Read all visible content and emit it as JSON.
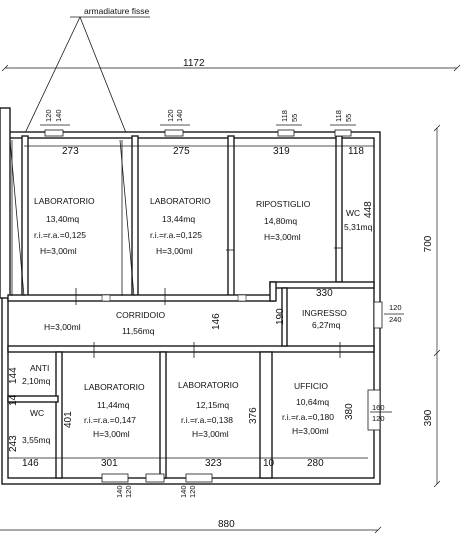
{
  "annotation": "armadiature fisse",
  "dims": {
    "top_total": "1172",
    "bottom_total": "880",
    "right_upper": "700",
    "right_lower": "390",
    "top_rooms": [
      "273",
      "275",
      "319",
      "118"
    ],
    "bottom_rooms": [
      "146",
      "301",
      "323",
      "10",
      "280"
    ],
    "window_120": "120",
    "window_140": "140",
    "window_118": "118",
    "window_55": "55",
    "door_160": "160",
    "door_240": "240",
    "wc_448": "448",
    "ingresso_330": "330",
    "corr_146": "146",
    "corr_190": "190",
    "anti_144": "144",
    "anti_14": "14",
    "wc_243": "243",
    "lab_401": "401",
    "lab_376": "376",
    "uff_380": "380"
  },
  "rooms": {
    "lab1": {
      "name": "LABORATORIO",
      "area": "13,40mq",
      "ratio": "r.i.=r.a.=0,125",
      "height": "H=3,00ml"
    },
    "lab2": {
      "name": "LABORATORIO",
      "area": "13,44mq",
      "ratio": "r.i.=r.a.=0,125",
      "height": "H=3,00ml"
    },
    "ripostiglio": {
      "name": "RIPOSTIGLIO",
      "area": "14,80mq",
      "height": "H=3,00ml"
    },
    "wc_top": {
      "name": "WC",
      "area": "5,31mq"
    },
    "corridoio": {
      "name": "CORRIDOIO",
      "area": "11,56mq",
      "height": "H=3,00ml"
    },
    "ingresso": {
      "name": "INGRESSO",
      "area": "6,27mq"
    },
    "anti": {
      "name": "ANTI",
      "area": "2,10mq"
    },
    "wc_bottom": {
      "name": "WC",
      "area": "3,55mq"
    },
    "lab3": {
      "name": "LABORATORIO",
      "area": "11,44mq",
      "ratio": "r.i.=r.a.=0,147",
      "height": "H=3,00ml"
    },
    "lab4": {
      "name": "LABORATORIO",
      "area": "12,15mq",
      "ratio": "r.i.=r.a.=0,138",
      "height": "H=3,00ml"
    },
    "ufficio": {
      "name": "UFFICIO",
      "area": "10,64mq",
      "ratio": "r.i.=r.a.=0,180",
      "height": "H=3,00ml"
    }
  }
}
